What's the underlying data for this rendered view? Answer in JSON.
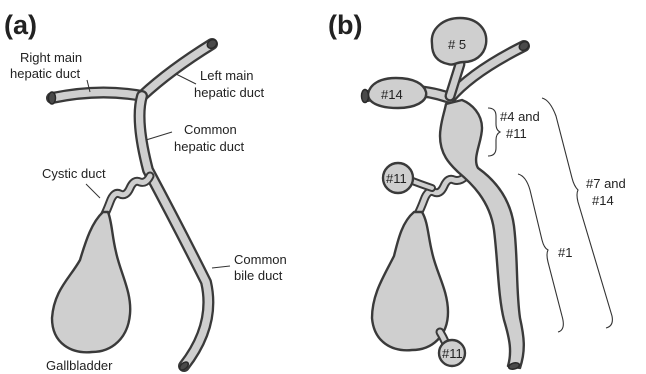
{
  "panel_a": {
    "label": "(a)",
    "right_main_hepatic_duct": [
      "Right main",
      "hepatic duct"
    ],
    "left_main_hepatic_duct": [
      "Left main",
      "hepatic duct"
    ],
    "common_hepatic_duct": [
      "Common",
      "hepatic duct"
    ],
    "cystic_duct": "Cystic duct",
    "common_bile_duct": [
      "Common",
      "bile duct"
    ],
    "gallbladder": "Gallbladder"
  },
  "panel_b": {
    "label": "(b)",
    "cyst_top": "# 5",
    "cyst_left_hepatic": "#14",
    "cyst_cystic": "#11",
    "cyst_gallbladder": "#11",
    "brace_chd": [
      "#4 and",
      "#11"
    ],
    "brace_cbd": "#1",
    "brace_whole": [
      "#7 and",
      "#14"
    ]
  }
}
